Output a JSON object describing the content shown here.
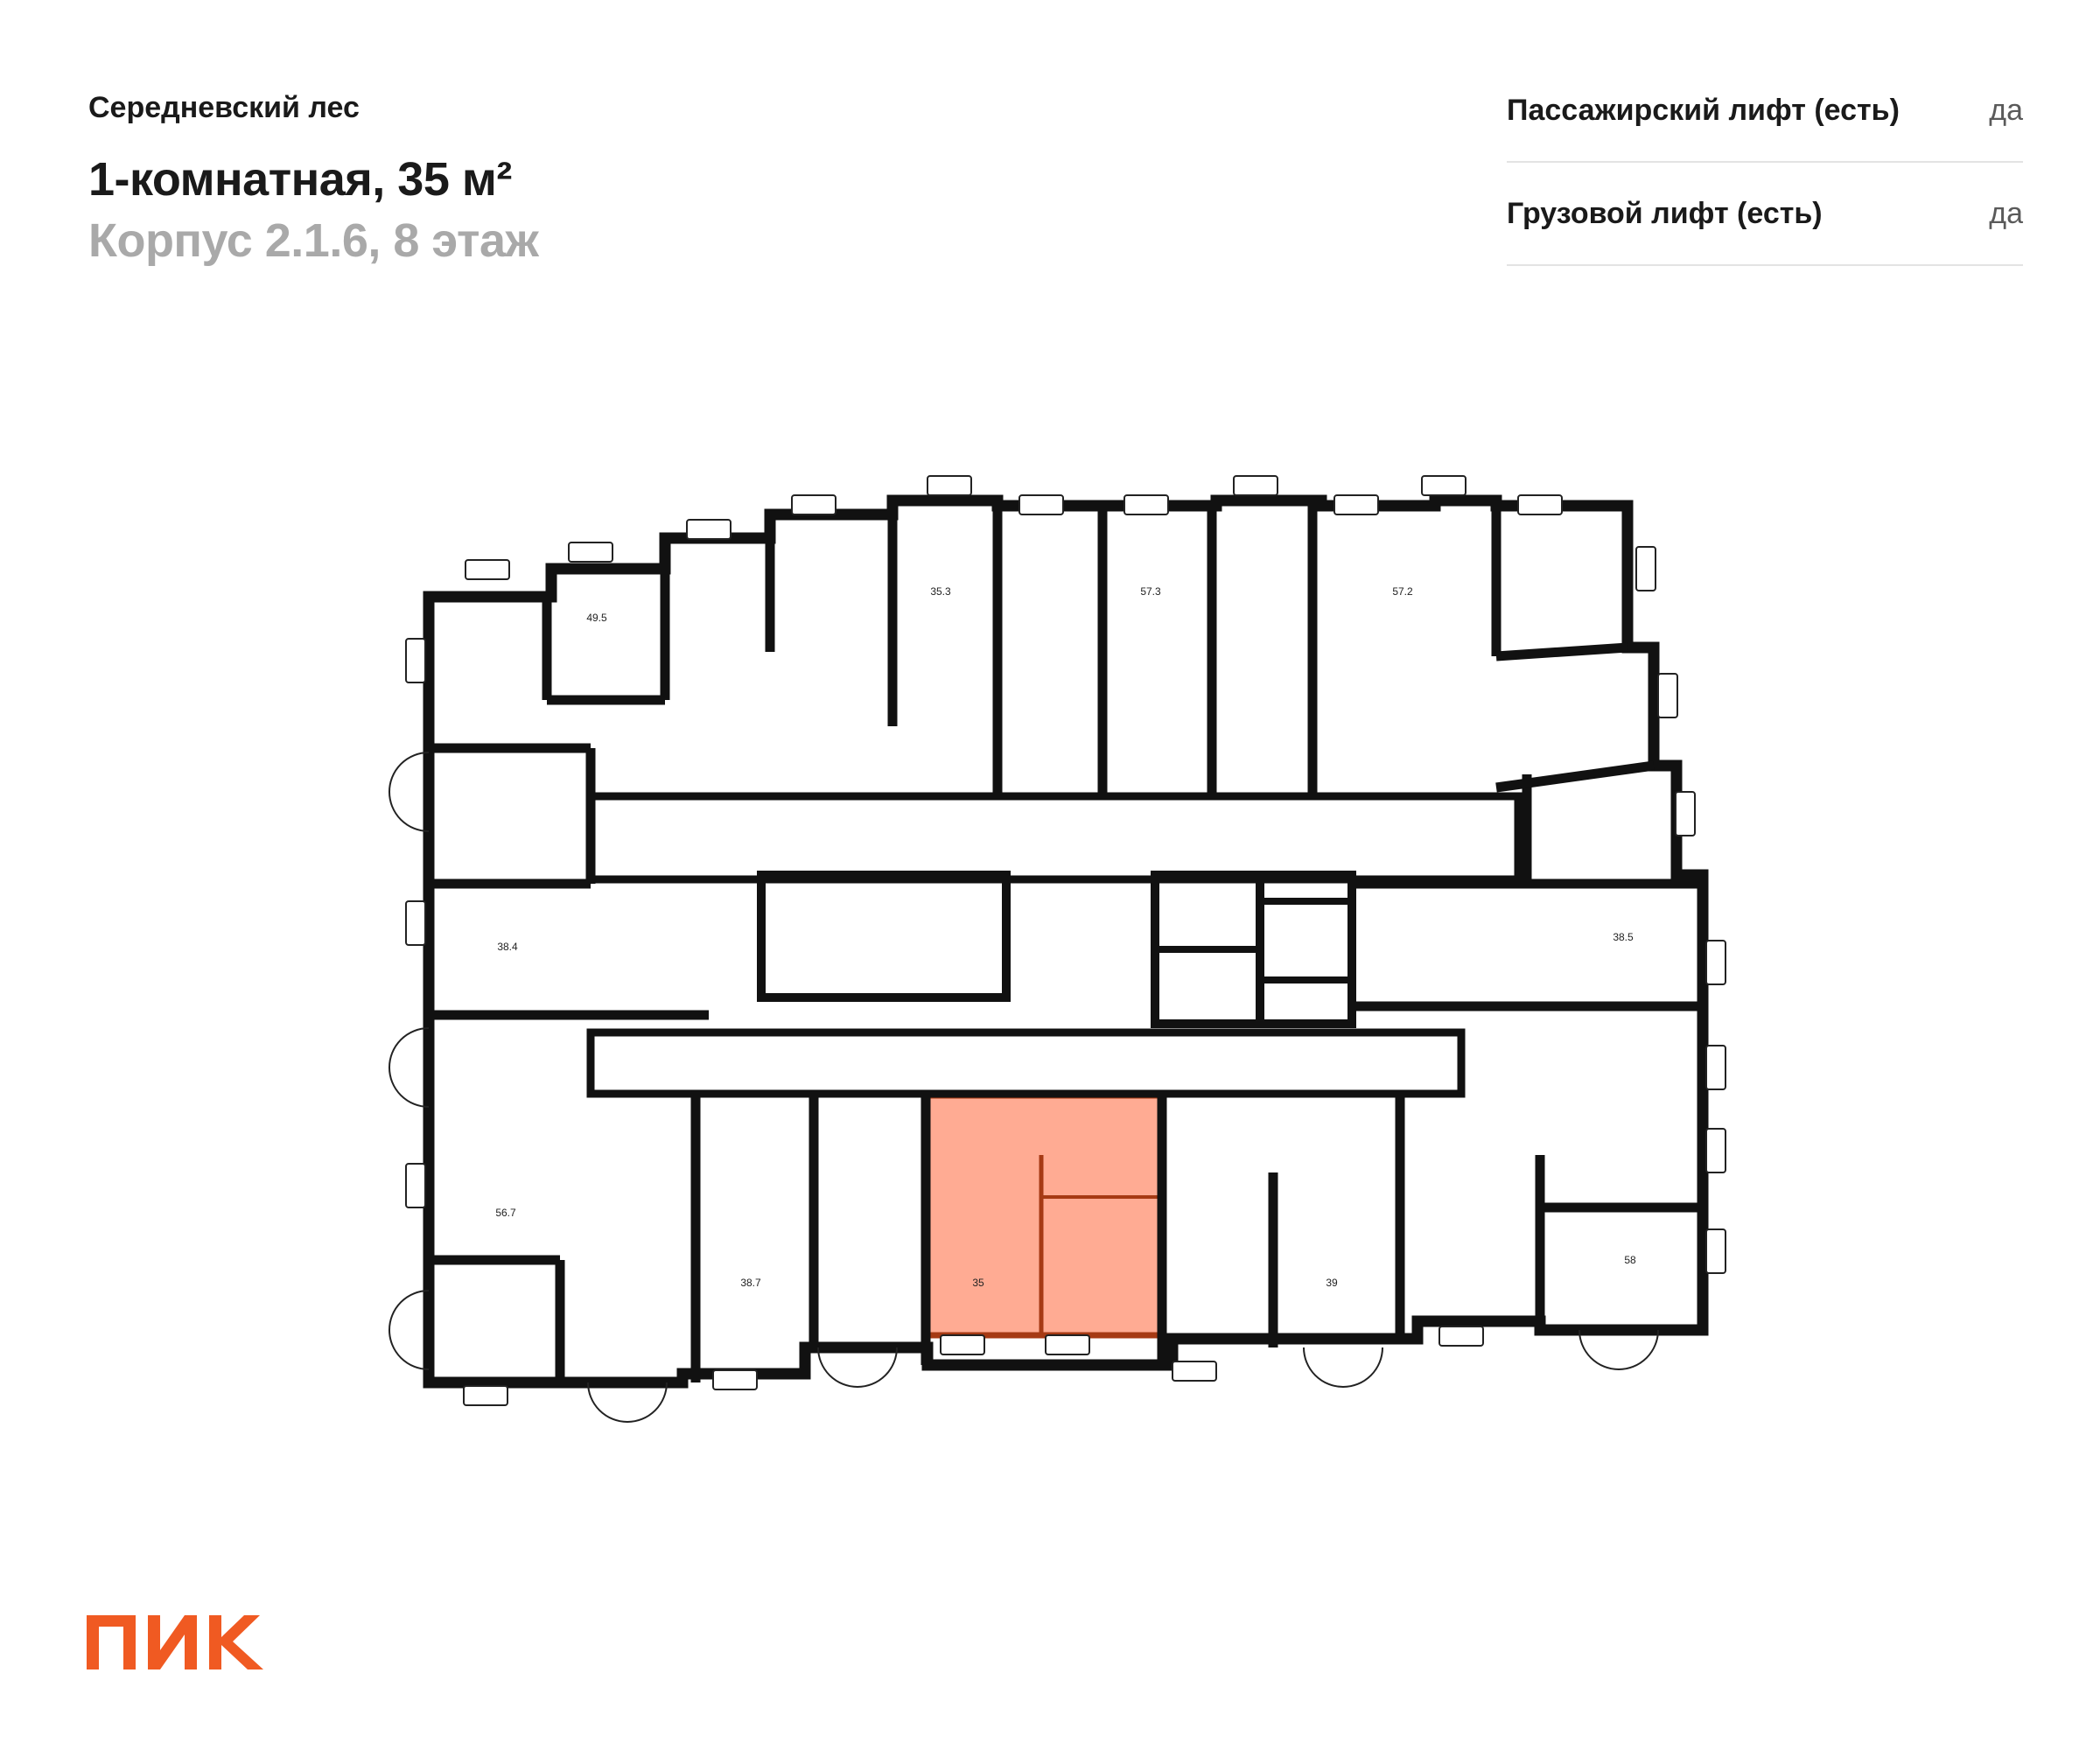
{
  "header": {
    "complex_name": "Середневский лес",
    "apartment_title": "1-комнатная, 35 м²",
    "building_floor": "Корпус 2.1.6, 8 этаж"
  },
  "features": [
    {
      "label": "Пассажирский лифт (есть)",
      "value": "да"
    },
    {
      "label": "Грузовой лифт (есть)",
      "value": "да"
    }
  ],
  "floorplan": {
    "highlight_color": "#ffab93",
    "highlight_outline": "#a63a14",
    "apartments": [
      {
        "area": "49.5"
      },
      {
        "area": "35.3"
      },
      {
        "area": "57.3"
      },
      {
        "area": "57.2"
      },
      {
        "area": "38.4"
      },
      {
        "area": "38.5"
      },
      {
        "area": "56.7"
      },
      {
        "area": "38.7"
      },
      {
        "area": "35",
        "selected": true
      },
      {
        "area": "39"
      },
      {
        "area": "58"
      }
    ]
  },
  "brand": {
    "logo_text": "ПИК",
    "color": "#f05a22"
  }
}
